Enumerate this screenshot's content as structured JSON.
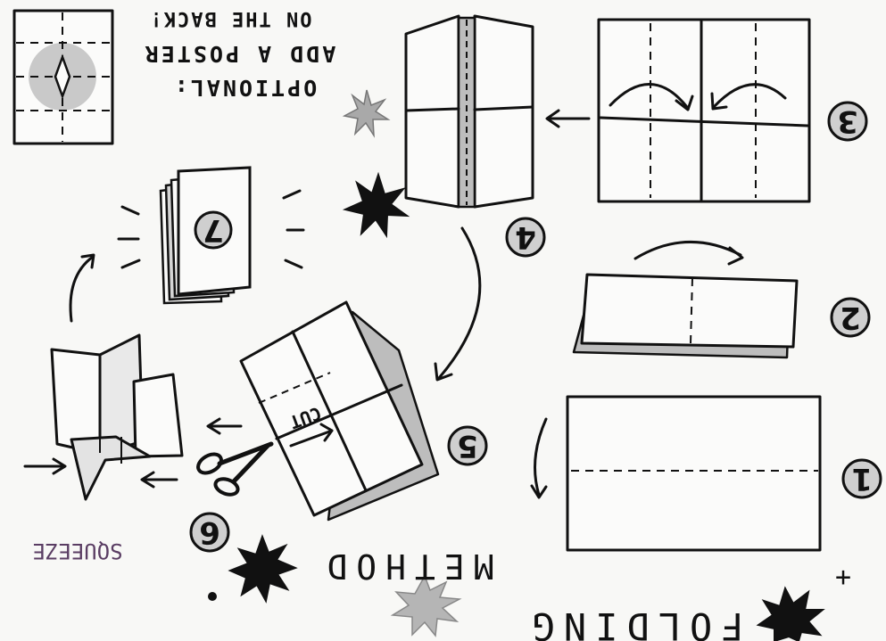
{
  "title": {
    "line1": "FOLDING",
    "line2": "METHOD",
    "plus": "+"
  },
  "optional_note": {
    "line1": "OPTIONAL:",
    "line2": "ADD A POSTER",
    "line3": "ON THE BACK!"
  },
  "cut_label": "CUT",
  "squeeze_label": "SQUEEZE",
  "steps": [
    {
      "id": "1",
      "label": "1"
    },
    {
      "id": "2",
      "label": "2"
    },
    {
      "id": "3",
      "label": "3"
    },
    {
      "id": "4",
      "label": "4"
    },
    {
      "id": "5",
      "label": "5"
    },
    {
      "id": "6",
      "label": "6"
    },
    {
      "id": "7",
      "label": "7"
    }
  ],
  "colors": {
    "ink": "#111111",
    "paper": "#fbfbfa",
    "shade": "#bdbdbd",
    "squeeze_ink": "#5a3d63",
    "gray_star": "#a9a9a9"
  }
}
